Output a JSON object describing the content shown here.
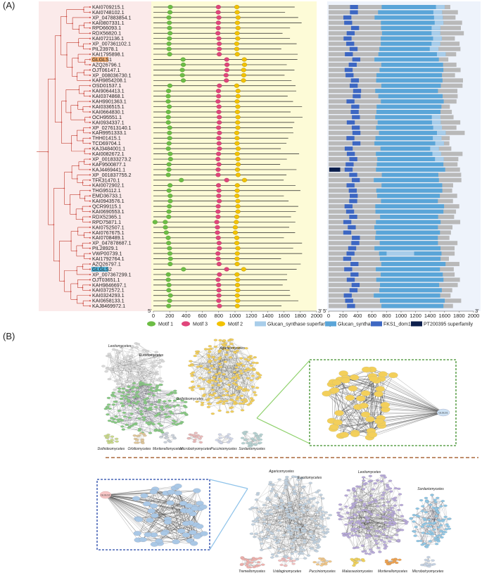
{
  "figure": {
    "panel_a_label": "(A)",
    "panel_b_label": "(B)",
    "sequences": [
      "KAI0709215.1",
      "KAI0748102.1",
      "XP_047883854.1",
      "KAI0807331.1",
      "RPD66093.1",
      "RDX56820.1",
      "KAI0721136.1",
      "XP_007361102.1",
      "PIL23978.1",
      "KAI1795898.1",
      "GLGLS1",
      "AZQ26796.1",
      "OJT06147.1",
      "XP_008036730.1",
      "KAH9854208.1",
      "OSD01537.1",
      "KAI9064413.1",
      "KAI0374868.1",
      "KAH9901363.1",
      "KAI0336515.1",
      "KAI0664830.1",
      "OCH95551.1",
      "KAI0934337.1",
      "XP_027613140.1",
      "KAH9951333.1",
      "THH01415.1",
      "TCD69704.1",
      "KAJ3484001.1",
      "KAI0082672.1",
      "XP_001833273.2",
      "KAF9500877.1",
      "KAJ4469441.1",
      "XP_001837755.2",
      "TFK31470.1",
      "KAI0072902.1",
      "THG95112.1",
      "EMD36733.1",
      "KAI0943576.1",
      "QCR99115.1",
      "KAI0690553.1",
      "RDX52365.1",
      "RPD75871.1",
      "KAI0752507.1",
      "KAI0767675.1",
      "KAI0708489.1",
      "XP_047878687.1",
      "PIL28929.1",
      "VWP00739.1",
      "KAI1792764.1",
      "AZQ26797.1",
      "GLGLS2",
      "XP_007367299.1",
      "OJT03651.1",
      "KAH9846697.1",
      "KAI0372572.1",
      "KAI0324293.1",
      "KAI0658133.1",
      "KAJ8469972.1"
    ],
    "highlights": {
      "GLGLS1": "#f0a96b",
      "GLGLS2": "#4fb3d9"
    },
    "motif_axis": {
      "start_label": "5'",
      "end_label": "3'",
      "ticks": [
        "0",
        "200",
        "400",
        "600",
        "800",
        "1000",
        "1200",
        "1400",
        "1600",
        "1800",
        "2000"
      ]
    },
    "domain_axis": {
      "start_label": "5'",
      "end_label": "3'",
      "ticks": [
        "0",
        "200",
        "400",
        "600",
        "800",
        "1000",
        "1200",
        "1400",
        "1600",
        "1800",
        "2000"
      ]
    },
    "legend": [
      {
        "label": "Motif 1",
        "color": "#6cbd45",
        "shape": "ellipse"
      },
      {
        "label": "Motif 3",
        "color": "#e0457b",
        "shape": "ellipse"
      },
      {
        "label": "Motif 2",
        "color": "#f2c200",
        "shape": "ellipse"
      },
      {
        "label": "Glucan_synthase superfamily",
        "color": "#a8cdea",
        "shape": "rect"
      },
      {
        "label": "Glucan_synthase",
        "color": "#5aa5d8",
        "shape": "rect"
      },
      {
        "label": "FKS1_dom1",
        "color": "#3d67c2",
        "shape": "rect"
      },
      {
        "label": "PT200395 superfamily",
        "color": "#0c1f4d",
        "shape": "rect"
      }
    ],
    "network_top": {
      "clusters": [
        "Leotiomycetes",
        "Eurotiomycetes",
        "Agaricomycetes",
        "Dothideomycetes"
      ],
      "small_clusters": [
        "Dothideomycetes",
        "Orbiliomycetes",
        "Mortierellomycetes",
        "Microbotryomycetes",
        "Pucciniomycetes",
        "Sordariomycetes"
      ],
      "zoom_target": "GLGLS1"
    },
    "network_bottom": {
      "clusters": [
        "Agaricomycetes",
        "Eurotiomycetes",
        "Leotiomycetes",
        "Sordariomycetes"
      ],
      "small_clusters": [
        "Tremellomycetes",
        "Ustilaginomycetes",
        "Pucciniomycetes",
        "Malasseziomycetes",
        "Mortierellomycetes",
        "Microbotryomycetes"
      ],
      "zoom_target": "GLGLS2"
    },
    "colors": {
      "tree_bg": "#fbeaea",
      "motif_bg": "#fdfbd7",
      "domain_bg": "#eef3fb",
      "gray_bar": "#b9b9b9",
      "agaricomycetes": "#f3cf5a",
      "eurotiomycetes": "#87c983",
      "leotiomycetes": "#d9d9d9",
      "bottom_blue": "#a9c8e6",
      "bottom_purple": "#b7a9d9",
      "dashed_green": "#3f8f2b",
      "dashed_blue": "#2244a8",
      "divider": "#9a4a16"
    }
  }
}
